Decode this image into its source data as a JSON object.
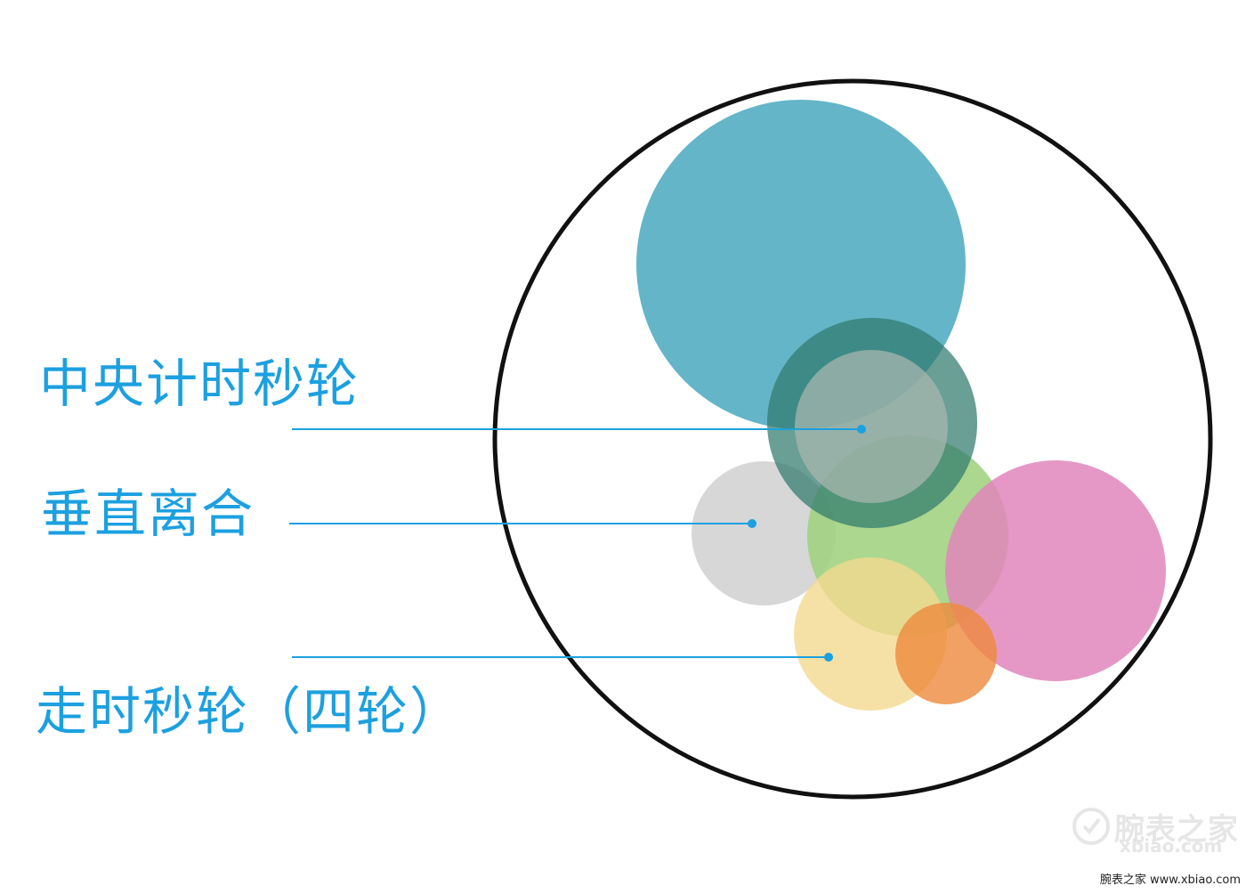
{
  "labels": {
    "central": "中央计时秒轮",
    "vertical": "垂直离合",
    "running": "走时秒轮（四轮）"
  },
  "watermark": {
    "cn": "腕表之家",
    "en": "xbiao.com"
  },
  "credit": "腕表之家  www.xbiao.com",
  "colors": {
    "label": "#1ca0e0",
    "leader": "#1ca0e0",
    "outline": "#111111",
    "blue_wheel": "#64b5c8",
    "dark_green_ring": "#3f8a7c",
    "gray_wheel": "#d7d7d7",
    "green_wheel": "#a6d68a",
    "pink_wheel": "#e898c4",
    "yellow_wheel": "#f5e0a2",
    "orange_wheel": "#f09a55"
  }
}
